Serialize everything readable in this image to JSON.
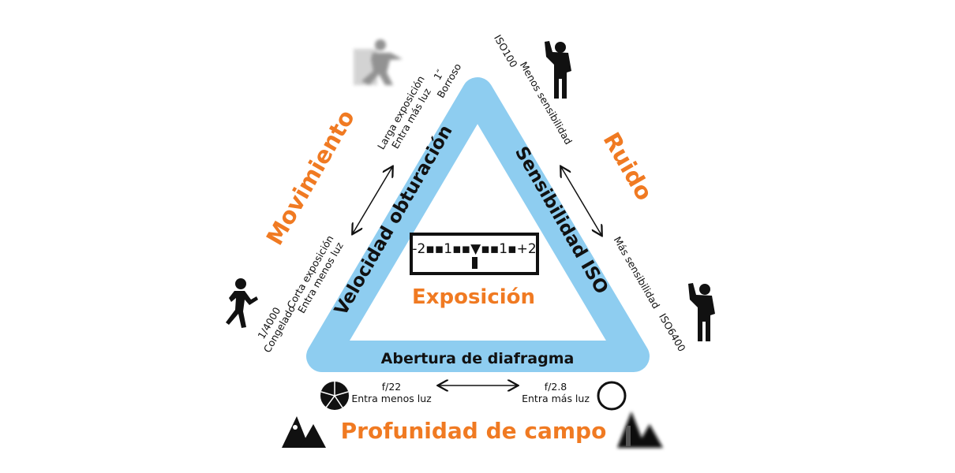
{
  "center": {
    "title": "Exposición",
    "meter": "-2▪▪1▪▪▼▪▪1▪+2"
  },
  "sides": {
    "left": "Velocidad obturación",
    "right": "Sensibilidad ISO",
    "bottom": "Abertura de diafragma"
  },
  "effects": {
    "left": "Movimiento",
    "right": "Ruido",
    "bottom": "Profunidad de campo"
  },
  "shutter": {
    "slow_value": "1″",
    "slow_effect": "Borroso",
    "slow_line1": "Larga exposición",
    "slow_line2": "Entra más luz",
    "fast_line1": "Corta exposición",
    "fast_line2": "Entra menos luz",
    "fast_value": "1/4000",
    "fast_effect": "Congelado"
  },
  "iso": {
    "low_value": "ISO100",
    "low_effect": "Menos sensibilidad",
    "high_effect": "Más sensibilidad",
    "high_value": "ISO6400"
  },
  "aperture": {
    "small_value": "f/22",
    "small_effect": "Entra menos luz",
    "large_value": "f/2.8",
    "large_effect": "Entra más luz"
  },
  "colors": {
    "triangle": "#8ecdf0",
    "accent": "#f07a22",
    "text": "#111111"
  }
}
